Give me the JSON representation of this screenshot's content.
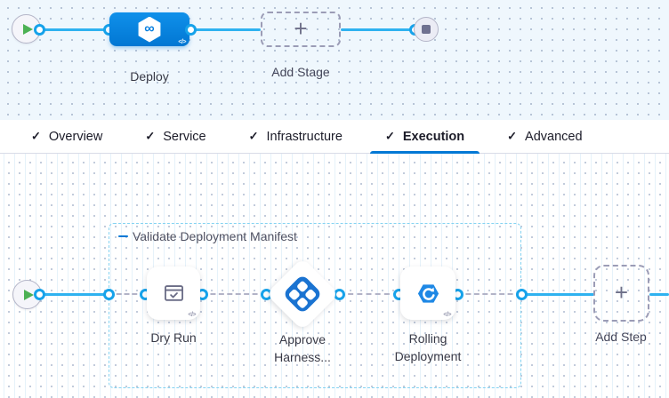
{
  "stage_pipeline": {
    "deploy": {
      "label": "Deploy"
    },
    "add_stage": {
      "label": "Add Stage"
    }
  },
  "tabs": [
    {
      "label": "Overview",
      "active": false
    },
    {
      "label": "Service",
      "active": false
    },
    {
      "label": "Infrastructure",
      "active": false
    },
    {
      "label": "Execution",
      "active": true
    },
    {
      "label": "Advanced",
      "active": false
    }
  ],
  "execution_graph": {
    "group": {
      "label": "Validate Deployment Manifest"
    },
    "steps": [
      {
        "label": "Dry Run",
        "shape": "square",
        "icon": "dry-run-icon"
      },
      {
        "label": "Approve Harness...",
        "shape": "diamond",
        "icon": "approval-icon"
      },
      {
        "label": "Rolling Deployment",
        "shape": "square",
        "icon": "rolling-deployment-icon"
      }
    ],
    "add_step": {
      "label": "Add Step"
    }
  },
  "icons": {
    "check_glyph": "✓",
    "plus_glyph": "+",
    "code_glyph": "</>",
    "infinity_glyph": "∞"
  },
  "colors": {
    "accent": "#0278d5",
    "link_line": "#2fb2f0",
    "group_border": "#84d3f2",
    "stage_blue": "#0a84e0",
    "icon_blue": "#1a73d1"
  }
}
